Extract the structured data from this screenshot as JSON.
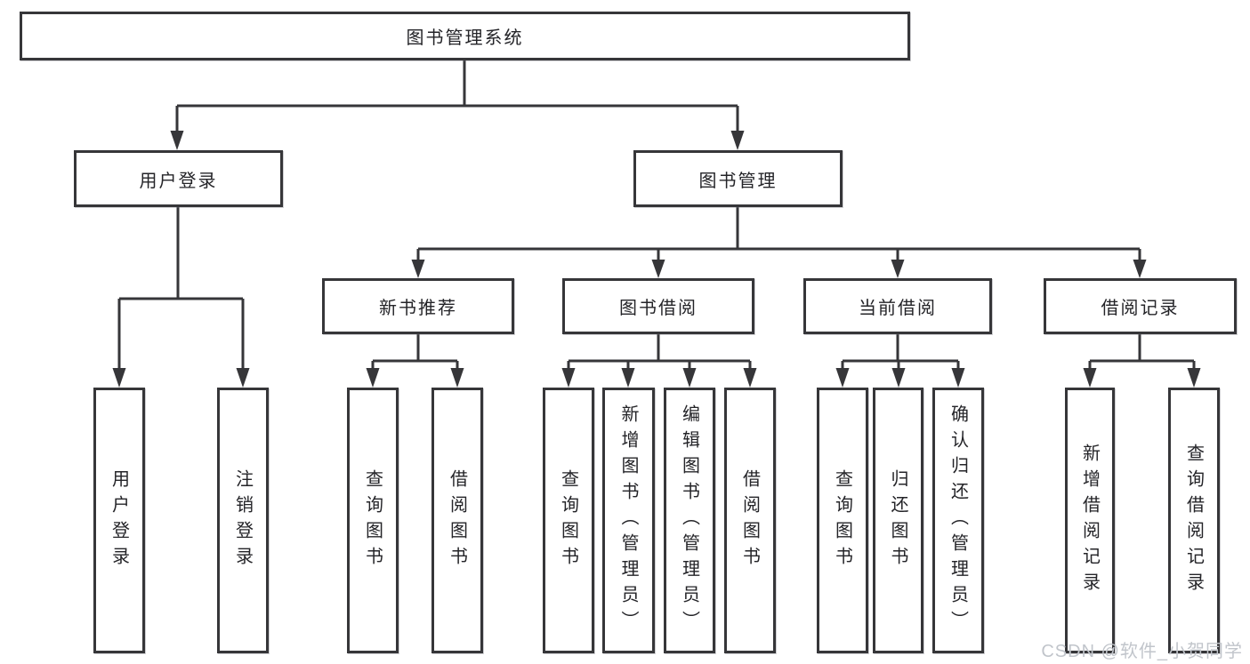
{
  "diagram": {
    "kind": "hierarchy-tree",
    "colors": {
      "line": "#363639",
      "box_border": "#363639",
      "box_fill": "#ffffff",
      "text": "#242428",
      "watermark": "#c1c5cb"
    },
    "tree": {
      "root": {
        "label": "图书管理系统",
        "children": [
          {
            "label": "用户登录",
            "children": [
              {
                "label": "用户登录"
              },
              {
                "label": "注销登录"
              }
            ]
          },
          {
            "label": "图书管理",
            "children": [
              {
                "label": "新书推荐",
                "children": [
                  {
                    "label": "查询图书"
                  },
                  {
                    "label": "借阅图书"
                  }
                ]
              },
              {
                "label": "图书借阅",
                "children": [
                  {
                    "label": "查询图书"
                  },
                  {
                    "label": "新增图书（管理员）"
                  },
                  {
                    "label": "编辑图书（管理员）"
                  },
                  {
                    "label": "借阅图书"
                  }
                ]
              },
              {
                "label": "当前借阅",
                "children": [
                  {
                    "label": "查询图书"
                  },
                  {
                    "label": "归还图书"
                  },
                  {
                    "label": "确认归还（管理员）"
                  }
                ]
              },
              {
                "label": "借阅记录",
                "children": [
                  {
                    "label": "新增借阅记录"
                  },
                  {
                    "label": "查询借阅记录"
                  }
                ]
              }
            ]
          }
        ]
      }
    },
    "watermark": {
      "text": "CSDN @软件_小贺同学"
    }
  }
}
